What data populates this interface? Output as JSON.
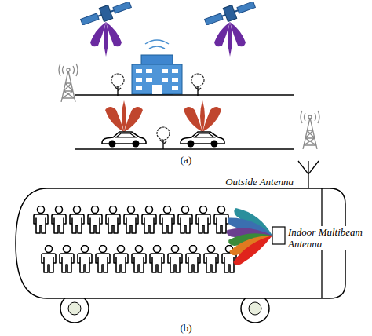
{
  "diagram": {
    "labels": [
      "(a)",
      "Outside Antenna",
      "Indoor Multibeam Antenna",
      "(b)"
    ]
  }
}
